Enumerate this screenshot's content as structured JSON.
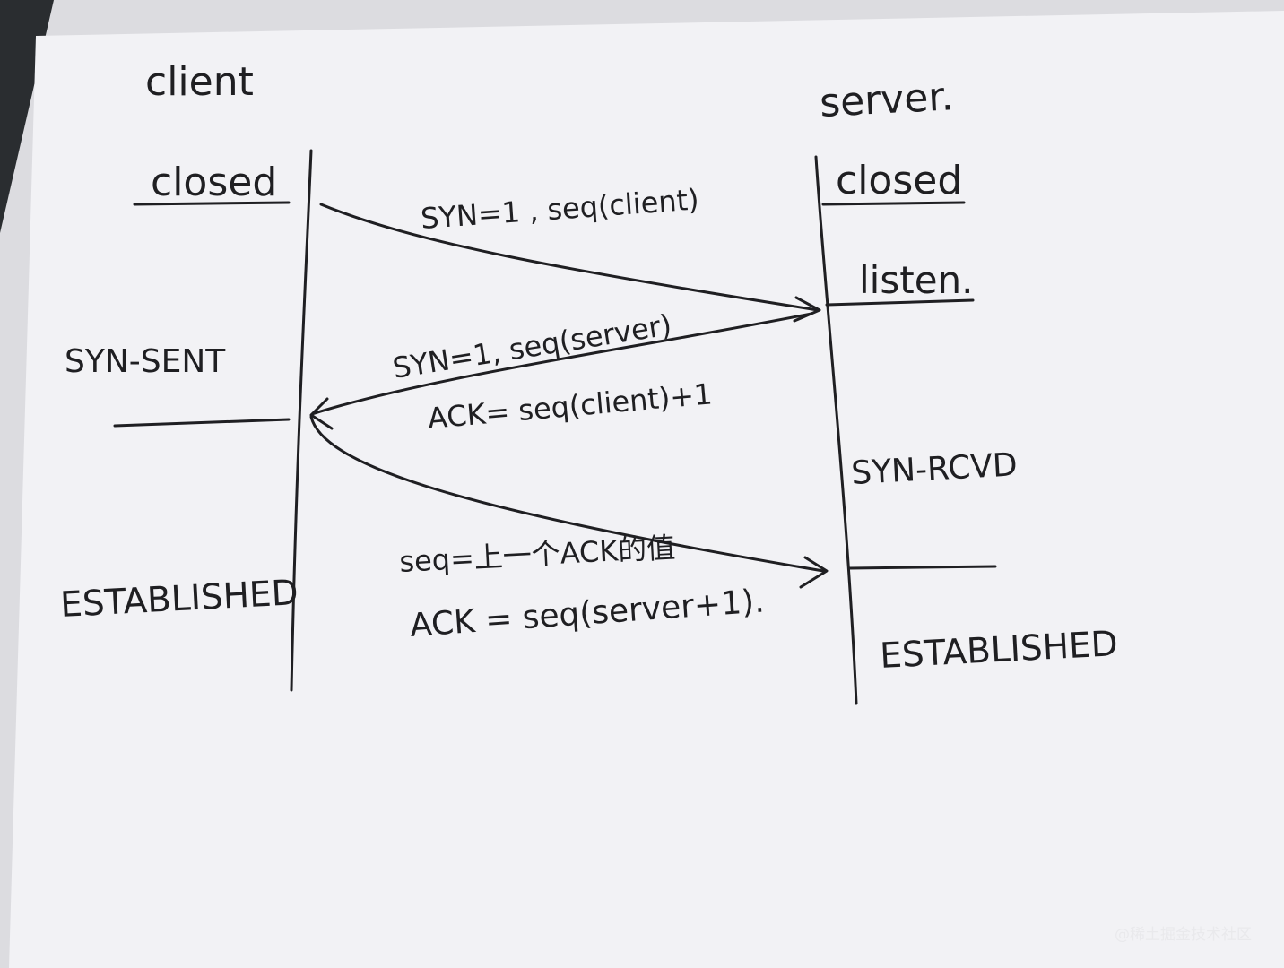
{
  "diagram": {
    "client": {
      "title": "client",
      "states": [
        "closed",
        "SYN-SENT",
        "ESTABLISHED"
      ]
    },
    "server": {
      "title": "server.",
      "states": [
        "closed",
        "listen.",
        "SYN-RCVD",
        "ESTABLISHED"
      ]
    },
    "messages": [
      {
        "lines": [
          "SYN=1 , seq(client)"
        ]
      },
      {
        "lines": [
          "SYN=1, seq(server)",
          "ACK= seq(client)+1"
        ]
      },
      {
        "lines": [
          "seq=上一个ACK的值",
          "ACK = seq(server+1)."
        ]
      }
    ]
  },
  "watermark": "@稀土掘金技术社区",
  "colors": {
    "ink": "#1f1f22",
    "paper": "#f3f3f6",
    "background": "#2a2d30"
  }
}
